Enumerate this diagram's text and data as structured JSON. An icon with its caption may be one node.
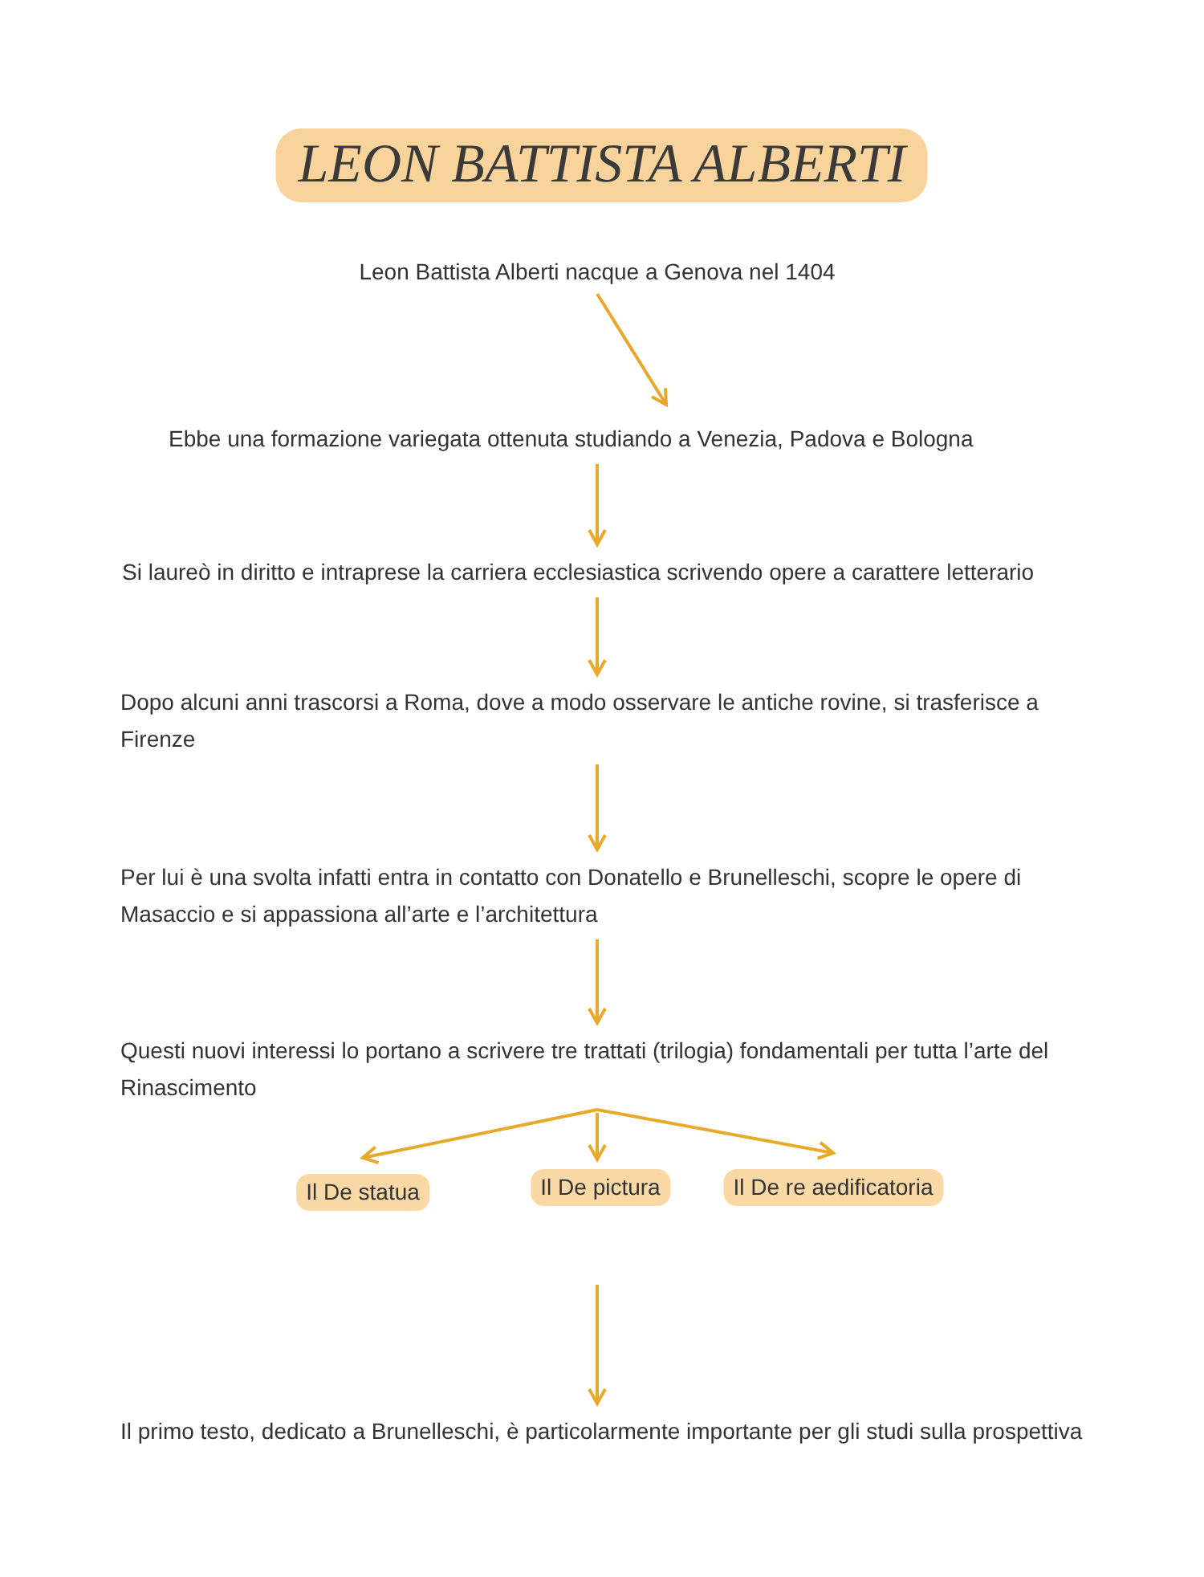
{
  "diagram": {
    "title": "LEON BATTISTA ALBERTI",
    "nodes": [
      {
        "text": [
          "Leon Battista Alberti nacque a Genova nel 1404"
        ]
      },
      {
        "text": [
          "Ebbe una formazione variegata ottenuta studiando a Venezia, Padova e Bologna"
        ]
      },
      {
        "text": [
          "Si laureò in diritto e intraprese la carriera ecclesiastica scrivendo opere a carattere letterario"
        ]
      },
      {
        "text": [
          "Dopo alcuni anni trascorsi a Roma, dove a modo osservare le antiche rovine, si trasferisce a Firenze"
        ]
      },
      {
        "text": [
          "Per lui è una svolta infatti entra in contatto con Donatello e Brunelleschi, scopre le opere di Masaccio e si appassiona all’arte e l’architettura"
        ]
      },
      {
        "text": [
          "Questi nuovi interessi lo portano a scrivere tre trattati (trilogia) fondamentali per tutta l’arte del Rinascimento"
        ]
      },
      {
        "text": [
          "Il De statua"
        ]
      },
      {
        "text": [
          "Il De pictura"
        ]
      },
      {
        "text": [
          "Il De re aedificatoria"
        ]
      },
      {
        "text": [
          "Il primo testo, dedicato a Brunelleschi, è particolarmente importante per gli studi sulla prospettiva"
        ]
      }
    ],
    "edges": [
      {
        "from": 0,
        "to": 1,
        "arrow": "to"
      },
      {
        "from": 1,
        "to": 2,
        "arrow": "to"
      },
      {
        "from": 2,
        "to": 3,
        "arrow": "to"
      },
      {
        "from": 3,
        "to": 4,
        "arrow": "to"
      },
      {
        "from": 4,
        "to": 5,
        "arrow": "to"
      },
      {
        "from": 5,
        "to": 6,
        "arrow": "to"
      },
      {
        "from": 5,
        "to": 7,
        "arrow": "to"
      },
      {
        "from": 5,
        "to": 8,
        "arrow": "to"
      },
      {
        "from": null,
        "to": 9,
        "arrow": "to"
      }
    ]
  }
}
